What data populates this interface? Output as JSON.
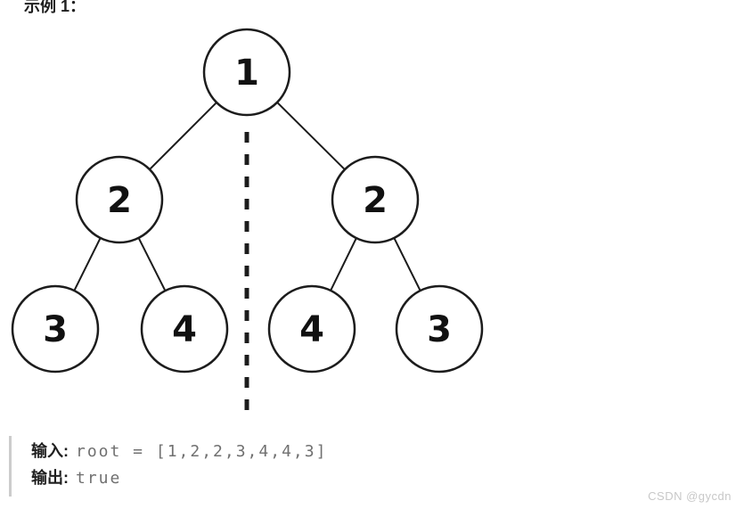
{
  "page": {
    "example_label": "示例 1："
  },
  "tree": {
    "description": "symmetric binary tree with dashed vertical mirror axis",
    "nodes": [
      {
        "id": "root",
        "value": "1"
      },
      {
        "id": "left",
        "value": "2"
      },
      {
        "id": "right",
        "value": "2"
      },
      {
        "id": "left-left",
        "value": "3"
      },
      {
        "id": "left-right",
        "value": "4"
      },
      {
        "id": "right-left",
        "value": "4"
      },
      {
        "id": "right-right",
        "value": "3"
      }
    ],
    "edges": [
      [
        "root",
        "left"
      ],
      [
        "root",
        "right"
      ],
      [
        "left",
        "left-left"
      ],
      [
        "left",
        "left-right"
      ],
      [
        "right",
        "right-left"
      ],
      [
        "right",
        "right-right"
      ]
    ]
  },
  "io": {
    "input_label": "输入:",
    "input_value": "root = [1,2,2,3,4,4,3]",
    "output_label": "输出:",
    "output_value": "true"
  },
  "watermark": "CSDN @gycdn",
  "colors": {
    "background": "#ffffff",
    "tree_stroke": "#1c1c1c",
    "label_text": "#1f1f1f",
    "mono_text": "#707070",
    "quote_border": "#cccccc",
    "watermark": "#c8c8c8"
  }
}
